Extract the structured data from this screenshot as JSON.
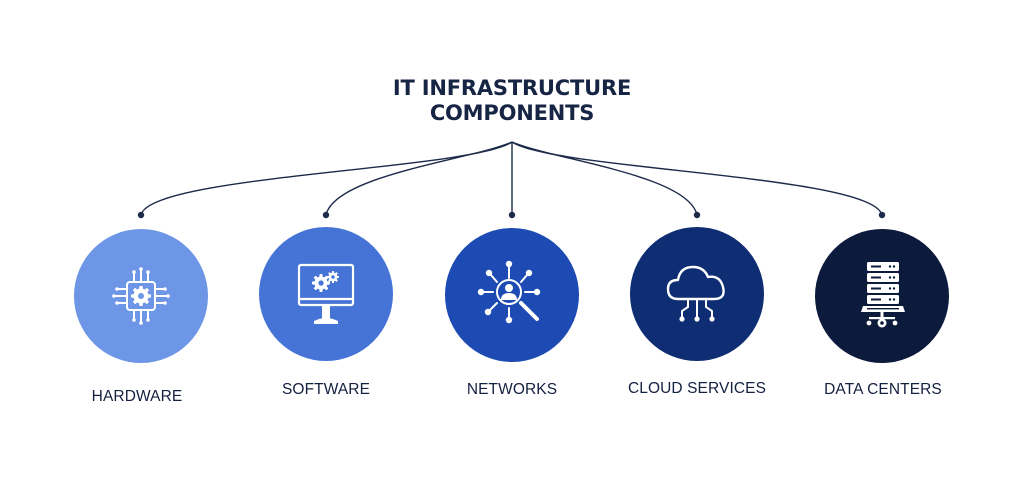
{
  "title": {
    "line1": "IT INFRASTRUCTURE",
    "line2": "COMPONENTS"
  },
  "nodes": [
    {
      "label": "HARDWARE",
      "color": "#6d96e6",
      "icon": "chip-gear-icon"
    },
    {
      "label": "SOFTWARE",
      "color": "#4674d6",
      "icon": "monitor-gear-icon"
    },
    {
      "label": "NETWORKS",
      "color": "#1d4bb3",
      "icon": "network-search-icon"
    },
    {
      "label": "CLOUD SERVICES",
      "color": "#0e2d73",
      "icon": "cloud-network-icon"
    },
    {
      "label": "DATA CENTERS",
      "color": "#0c1a3b",
      "icon": "server-rack-icon"
    }
  ],
  "connector_color": "#1d2a4a"
}
